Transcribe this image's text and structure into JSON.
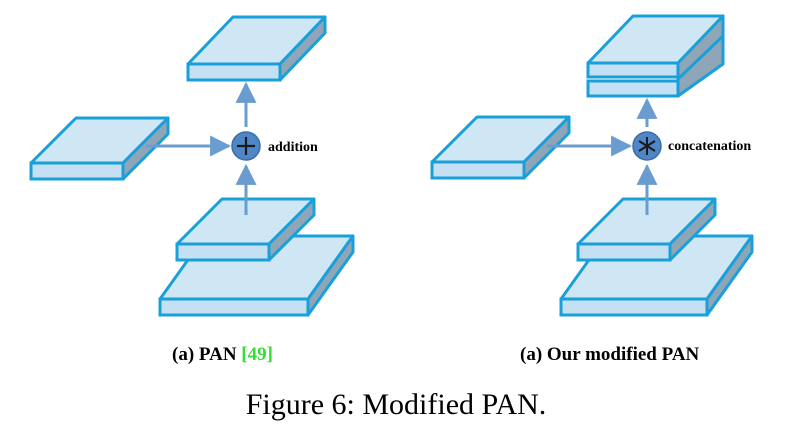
{
  "left_panel": {
    "caption_prefix": "(a) PAN",
    "caption_ref": "[49]",
    "operator_label": "addition",
    "operator_icon": "plus-icon"
  },
  "right_panel": {
    "caption": "(a) Our modified PAN",
    "operator_label": "concatenation",
    "operator_icon": "asterisk-icon"
  },
  "figure_caption": "Figure 6: Modified PAN.",
  "colors": {
    "block_top": "#cfe6f5",
    "block_side": "#8fa6b8",
    "block_front": "#c4e0f2",
    "block_edge": "#1aa0d8",
    "arrow": "#6a9ccf",
    "operator_fill": "#4f86c6",
    "caption_ref": "#33dd33"
  }
}
